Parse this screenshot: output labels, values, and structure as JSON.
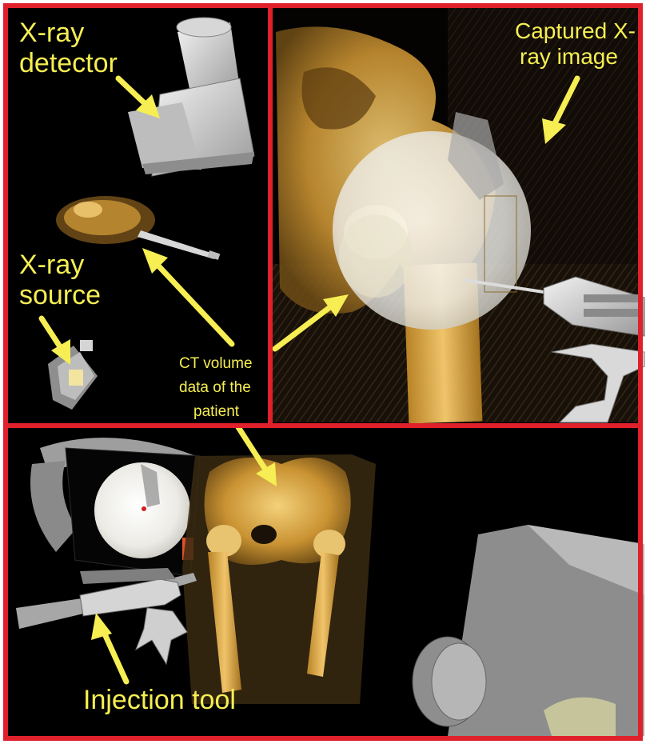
{
  "labels": {
    "xray_detector": [
      "X-ray",
      "detector"
    ],
    "captured_xray_image": [
      "Captured X-",
      "ray image"
    ],
    "xray_source": [
      "X-ray",
      "source"
    ],
    "ct_volume_data": [
      "CT volume",
      "data of the",
      "patient"
    ],
    "injection_tool": "Injection tool"
  },
  "colors": {
    "panel_border": "#e0202a",
    "label_text": "#f6ee52",
    "background": "#000000",
    "ct_volume": "#d9a23a"
  }
}
